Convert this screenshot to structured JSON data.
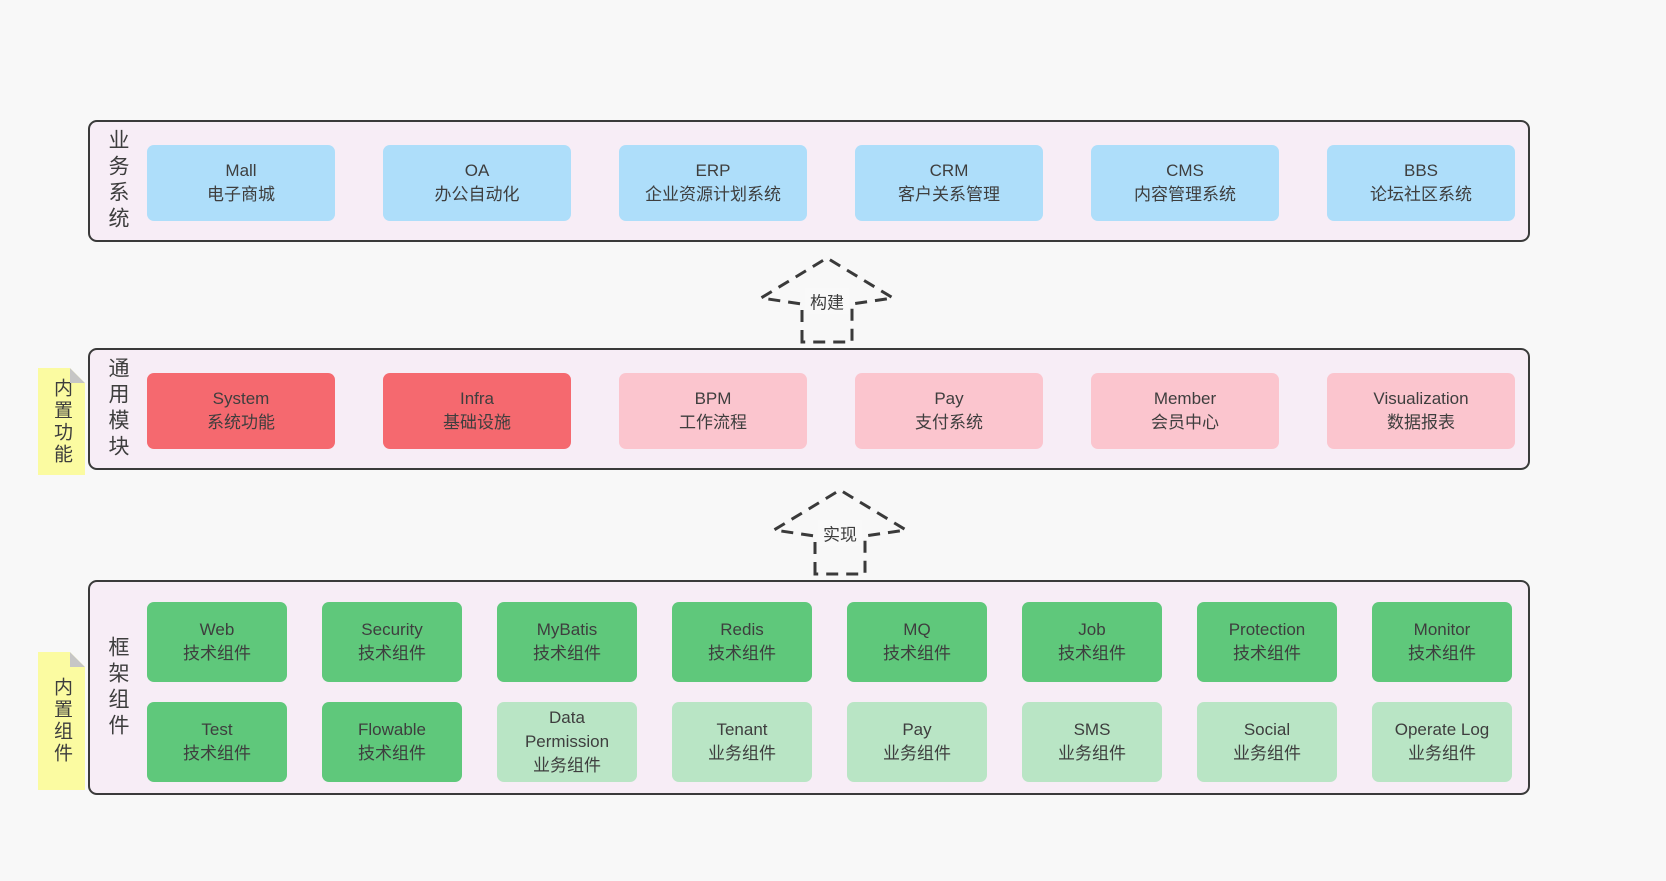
{
  "page": {
    "background": "#f8f8f8"
  },
  "colors": {
    "band_bg": "#f7edf6",
    "band_border": "#3a3a3a",
    "blue_box": "#aedefa",
    "red_box": "#f5696f",
    "pink_box": "#fbc5ce",
    "green_box": "#5fc87b",
    "light_green_box": "#b9e5c5",
    "sticky_yellow": "#fbfba1",
    "text": "#3d3d3d"
  },
  "arrows": [
    {
      "label": "构建"
    },
    {
      "label": "实现"
    }
  ],
  "bands": [
    {
      "label": "业务系统",
      "boxes": [
        {
          "name": "Mall",
          "desc": "电子商城"
        },
        {
          "name": "OA",
          "desc": "办公自动化"
        },
        {
          "name": "ERP",
          "desc": "企业资源计划系统"
        },
        {
          "name": "CRM",
          "desc": "客户关系管理"
        },
        {
          "name": "CMS",
          "desc": "内容管理系统"
        },
        {
          "name": "BBS",
          "desc": "论坛社区系统"
        }
      ]
    },
    {
      "label": "通用模块",
      "sticky": "内置功能",
      "boxes": [
        {
          "name": "System",
          "desc": "系统功能"
        },
        {
          "name": "Infra",
          "desc": "基础设施"
        },
        {
          "name": "BPM",
          "desc": "工作流程"
        },
        {
          "name": "Pay",
          "desc": "支付系统"
        },
        {
          "name": "Member",
          "desc": "会员中心"
        },
        {
          "name": "Visualization",
          "desc": "数据报表"
        }
      ]
    },
    {
      "label": "框架组件",
      "sticky": "内置组件",
      "rows": [
        [
          {
            "name": "Web",
            "desc": "技术组件"
          },
          {
            "name": "Security",
            "desc": "技术组件"
          },
          {
            "name": "MyBatis",
            "desc": "技术组件"
          },
          {
            "name": "Redis",
            "desc": "技术组件"
          },
          {
            "name": "MQ",
            "desc": "技术组件"
          },
          {
            "name": "Job",
            "desc": "技术组件"
          },
          {
            "name": "Protection",
            "desc": "技术组件"
          },
          {
            "name": "Monitor",
            "desc": "技术组件"
          }
        ],
        [
          {
            "name": "Test",
            "desc": "技术组件"
          },
          {
            "name": "Flowable",
            "desc": "技术组件"
          },
          {
            "name": "Data Permission",
            "desc": "业务组件"
          },
          {
            "name": "Tenant",
            "desc": "业务组件"
          },
          {
            "name": "Pay",
            "desc": "业务组件"
          },
          {
            "name": "SMS",
            "desc": "业务组件"
          },
          {
            "name": "Social",
            "desc": "业务组件"
          },
          {
            "name": "Operate Log",
            "desc": "业务组件"
          }
        ]
      ]
    }
  ]
}
